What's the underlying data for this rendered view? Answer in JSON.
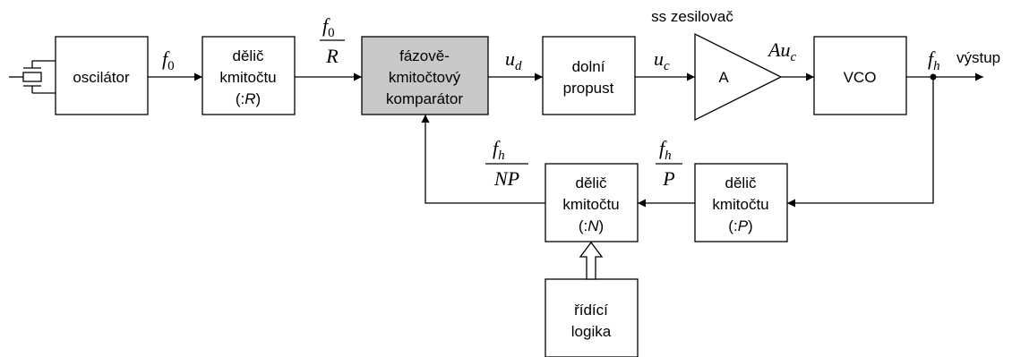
{
  "blocks": {
    "oscillator": {
      "label": "oscilátor"
    },
    "divider_r": {
      "lines": [
        "dělič",
        "kmitočtu",
        "(:R)"
      ],
      "line3_prefix": "(:",
      "line3_var": "R",
      "line3_suffix": ")"
    },
    "comparator": {
      "lines": [
        "fázově-",
        "kmitočtový",
        "komparátor"
      ]
    },
    "lowpass": {
      "lines": [
        "dolní",
        "propust"
      ]
    },
    "amplifier": {
      "label": "A",
      "title": "ss zesilovač"
    },
    "vco": {
      "label": "VCO"
    },
    "divider_n": {
      "lines": [
        "dělič",
        "kmitočtu",
        "(:N)"
      ],
      "line3_prefix": "(:",
      "line3_var": "N",
      "line3_suffix": ")"
    },
    "divider_p": {
      "lines": [
        "dělič",
        "kmitočtu",
        "(:P)"
      ],
      "line3_prefix": "(:",
      "line3_var": "P",
      "line3_suffix": ")"
    },
    "control_logic": {
      "lines": [
        "řídící",
        "logika"
      ]
    }
  },
  "signals": {
    "f0": {
      "base": "f",
      "sub": "0"
    },
    "f0_over_R": {
      "num_base": "f",
      "num_sub": "0",
      "den": "R"
    },
    "ud": {
      "base": "u",
      "sub": "d"
    },
    "uc": {
      "base": "u",
      "sub": "c"
    },
    "Auc": {
      "base": "Au",
      "sub": "c"
    },
    "fh": {
      "base": "f",
      "sub": "h"
    },
    "output_label": "výstup",
    "fh_over_P": {
      "num_base": "f",
      "num_sub": "h",
      "den": "P"
    },
    "fh_over_NP": {
      "num_base": "f",
      "num_sub": "h",
      "den": "NP"
    }
  }
}
